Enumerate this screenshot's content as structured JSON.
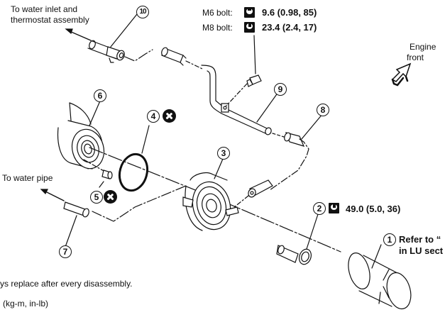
{
  "labels": {
    "water_inlet": [
      "To water inlet and",
      "thermostat assembly"
    ],
    "water_pipe": "To water pipe",
    "engine_front": [
      "Engine",
      "front"
    ],
    "note_replace": "ys replace after every disassembly.",
    "note_units": "(kg-m,  in-lb)"
  },
  "torque_specs": [
    {
      "bolt": "M6 bolt:",
      "icon": "torque-wrench-icon",
      "value": "9.6 (0.98, 85)"
    },
    {
      "bolt": "M8 bolt:",
      "icon": "torque-wrench-icon",
      "value": "23.4 (2.4, 17)"
    },
    {
      "bolt": "",
      "icon": "torque-wrench-icon",
      "value": "49.0 (5.0, 36)"
    }
  ],
  "callouts": {
    "c1": "1",
    "c2": "2",
    "c3": "3",
    "c4": "4",
    "c5": "5",
    "c6": "6",
    "c7": "7",
    "c8": "8",
    "c9": "9",
    "c10": "10"
  },
  "part1_note": [
    "Refer to  “",
    "in LU sect"
  ],
  "replace_marks": [
    "part-4",
    "part-5"
  ]
}
